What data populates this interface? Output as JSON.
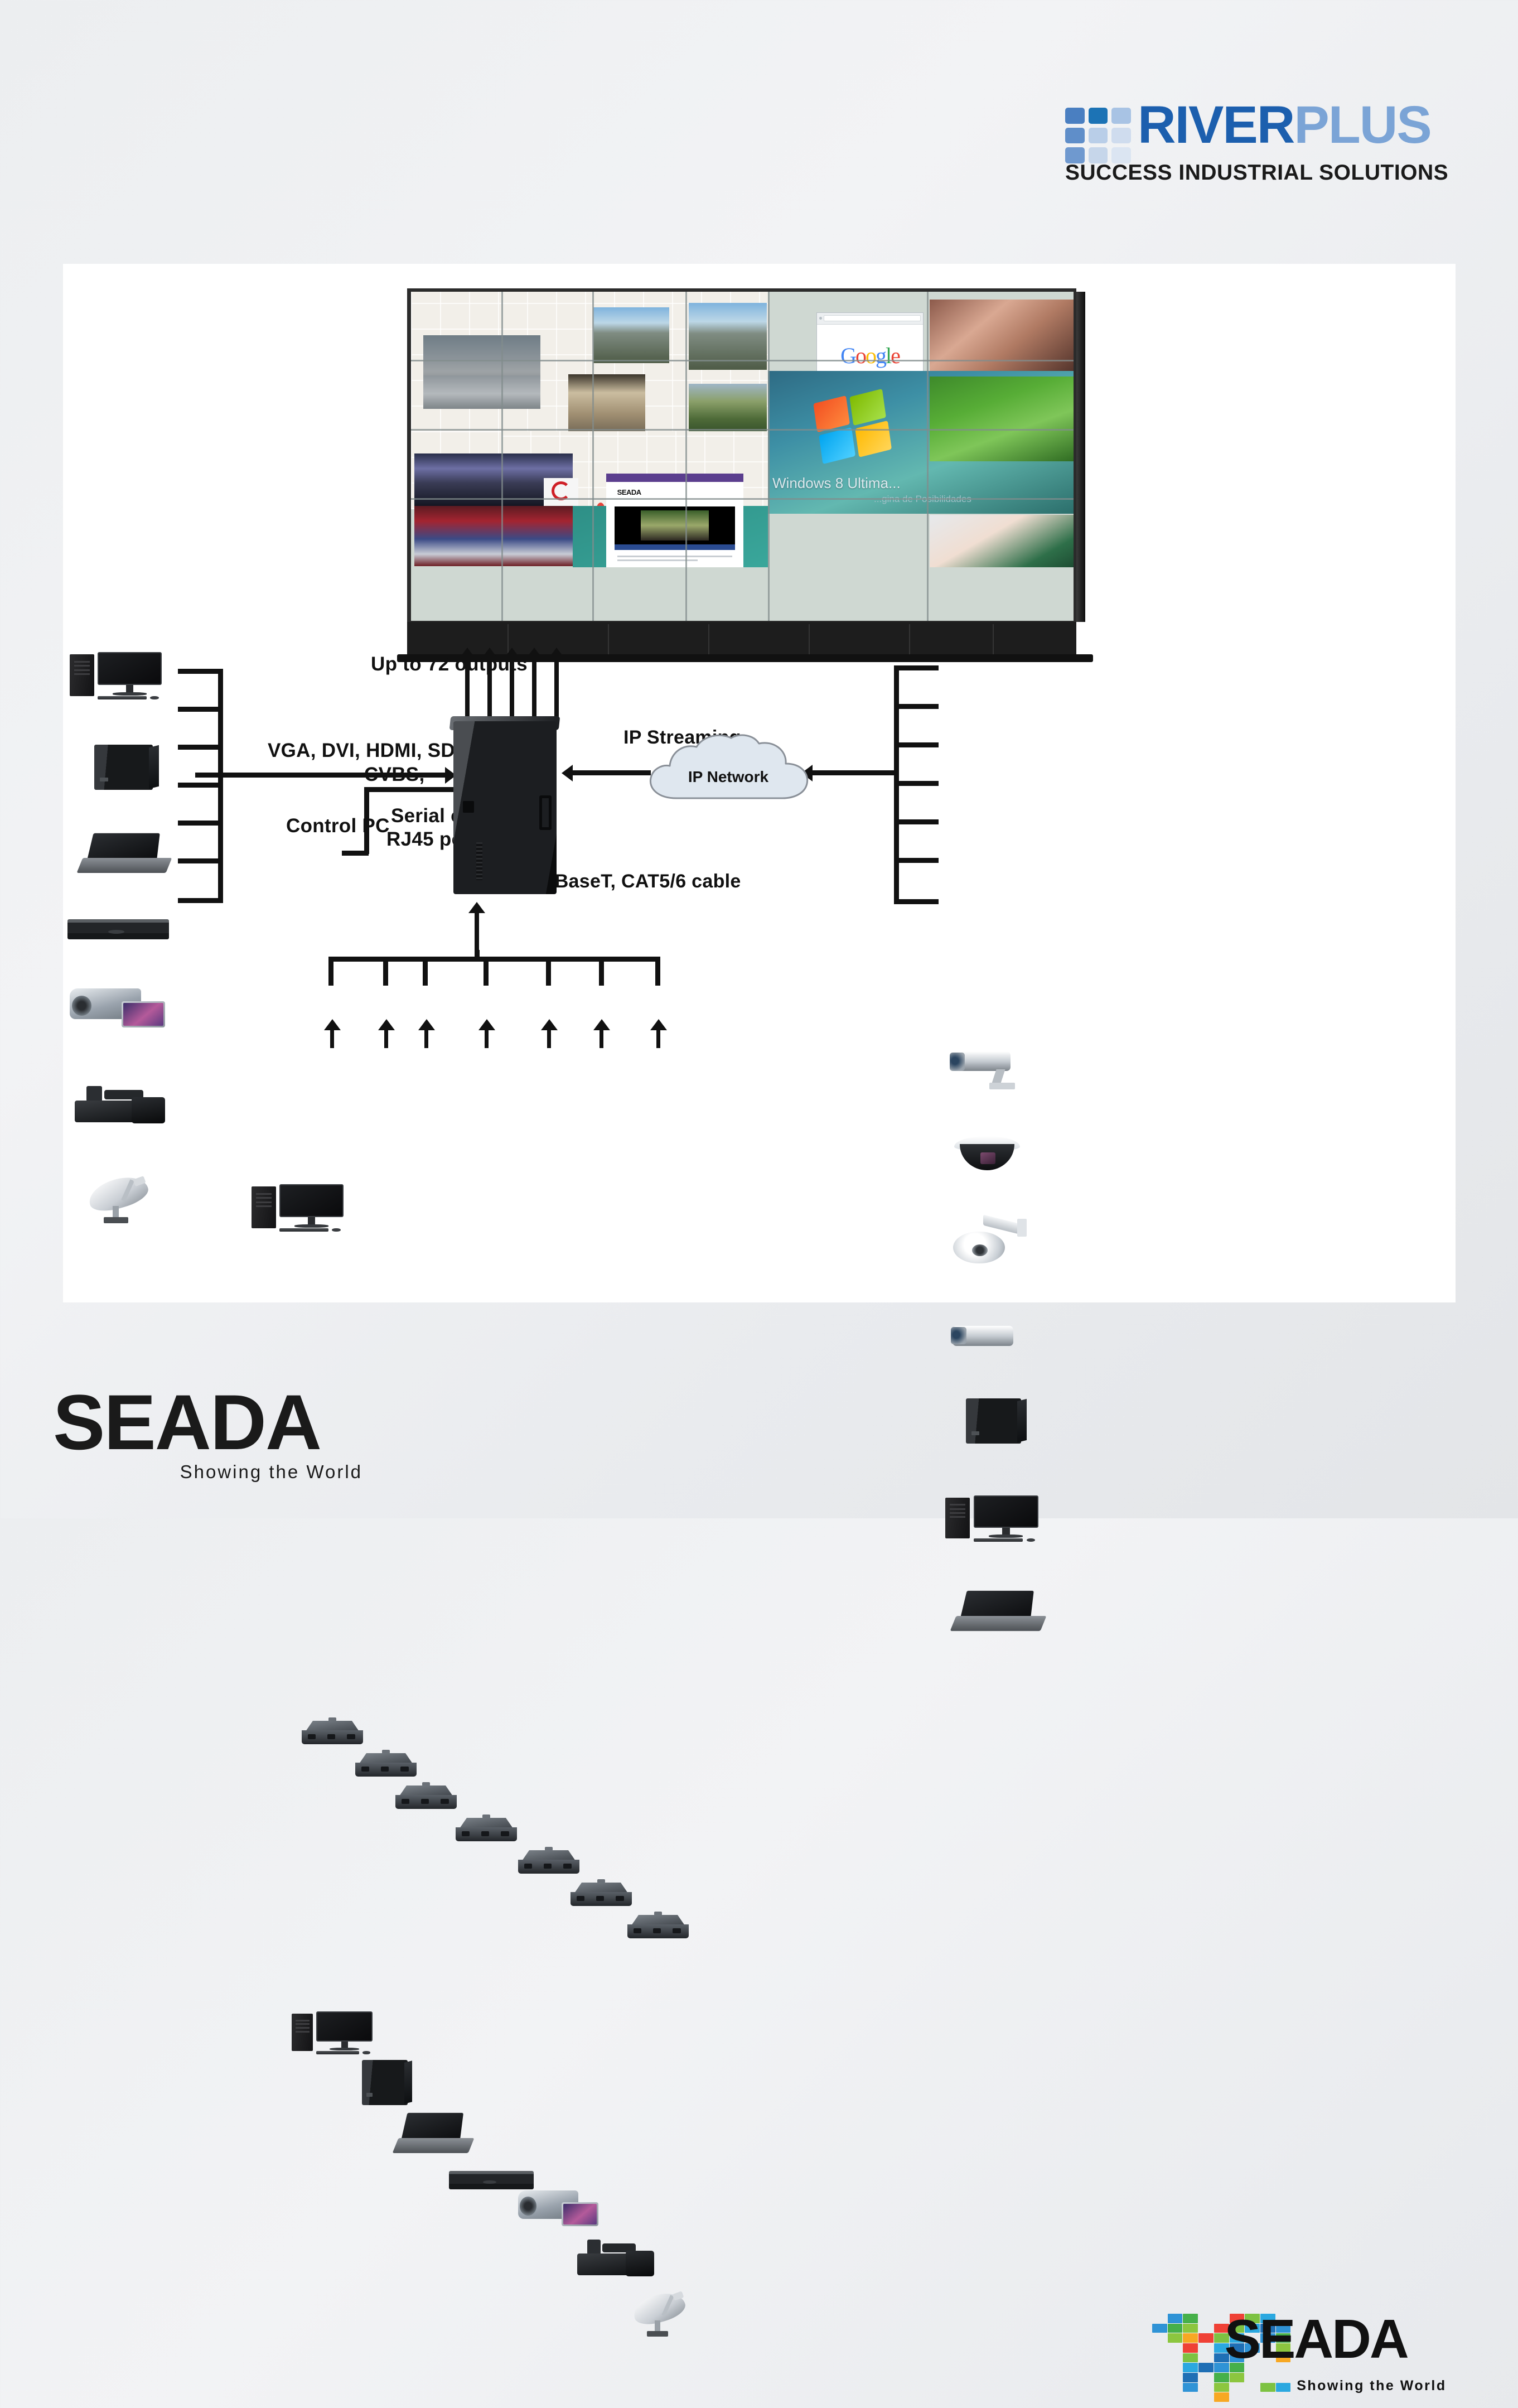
{
  "brand": {
    "name_part1": "RIVER",
    "name_part2": "PLUS",
    "tagline": "SUCCESS INDUSTRIAL SOLUTIONS",
    "color_dark": "#1c5fae",
    "color_light": "#7ba4d6"
  },
  "videowall": {
    "tiles": [
      {
        "name": "map-traffic-overview",
        "content": "street map"
      },
      {
        "name": "cctv-street-scene",
        "content": "street photo"
      },
      {
        "name": "cctv-highway",
        "content": "highway photo"
      },
      {
        "name": "cctv-road-vehicles",
        "content": "road photo"
      },
      {
        "name": "browser-google",
        "content": "Google"
      },
      {
        "name": "photo-hands",
        "content": "hands close-up"
      },
      {
        "name": "cctv-tunnel",
        "content": "tunnel photo"
      },
      {
        "name": "aerial-photo",
        "content": "aerial photo"
      },
      {
        "name": "windows-desktop",
        "content": "Windows 8 Ultimate"
      },
      {
        "name": "photo-grass",
        "content": "grass close-up"
      },
      {
        "name": "tv-news-studio",
        "content": "news studio"
      },
      {
        "name": "seada-website",
        "content": "SEADA website"
      },
      {
        "name": "photo-headset-woman",
        "content": "call-centre woman"
      }
    ],
    "google_logo": "Google",
    "google_letters": [
      "G",
      "o",
      "o",
      "g",
      "l",
      "e"
    ],
    "windows_title": "Windows 8 Ultima...",
    "windows_subtitle": "...gina de Posibilidades",
    "site_brand": "SEADA"
  },
  "diagram": {
    "outputs_label": "Up to 72 outputs",
    "outputs_arrow_count": 5,
    "inputs_label_line1": "VGA, DVI, HDMI, SDI,",
    "inputs_label_line2": "CVBS,",
    "control_pc_label": "Control PC",
    "serial_label_line1": "Serial or",
    "serial_label_line2": "RJ45 port",
    "ip_streaming_label": "IP Streaming",
    "ip_network_label": "IP Network",
    "hdbaset_label": "HDBaseT, CAT5/6 cable",
    "left_sources": [
      {
        "name": "desktop-pc",
        "type": "pcmon"
      },
      {
        "name": "server-tower",
        "type": "server"
      },
      {
        "name": "laptop",
        "type": "laptop"
      },
      {
        "name": "media-player",
        "type": "player-dev"
      },
      {
        "name": "camcorder",
        "type": "camcorder"
      },
      {
        "name": "professional-video-camera",
        "type": "prokcam"
      },
      {
        "name": "satellite-dish",
        "type": "satdish"
      }
    ],
    "right_sources": [
      {
        "name": "bullet-ip-camera",
        "type": "bulletcam"
      },
      {
        "name": "dome-ip-camera",
        "type": "domecam"
      },
      {
        "name": "ptz-ip-camera",
        "type": "ptzcam"
      },
      {
        "name": "bullet-ip-camera-2",
        "type": "bulletcam"
      },
      {
        "name": "server-tower",
        "type": "server"
      },
      {
        "name": "desktop-pc",
        "type": "pcmon"
      },
      {
        "name": "laptop",
        "type": "laptop"
      }
    ],
    "hdbaset_sources": [
      {
        "name": "desktop-pc",
        "type": "pcmon"
      },
      {
        "name": "server-tower",
        "type": "server"
      },
      {
        "name": "laptop",
        "type": "laptop"
      },
      {
        "name": "media-player",
        "type": "player-dev"
      },
      {
        "name": "camcorder",
        "type": "camcorder"
      },
      {
        "name": "professional-video-camera",
        "type": "prokcam"
      },
      {
        "name": "satellite-dish",
        "type": "satdish"
      }
    ],
    "hdbaset_transmitter_count": 7,
    "processor_name": "video-wall-processor"
  },
  "seada_watermark": {
    "word": "SEADA",
    "tagline": "Showing the World"
  },
  "footer_logo": {
    "word": "SEADA",
    "tagline": "Showing the World"
  }
}
